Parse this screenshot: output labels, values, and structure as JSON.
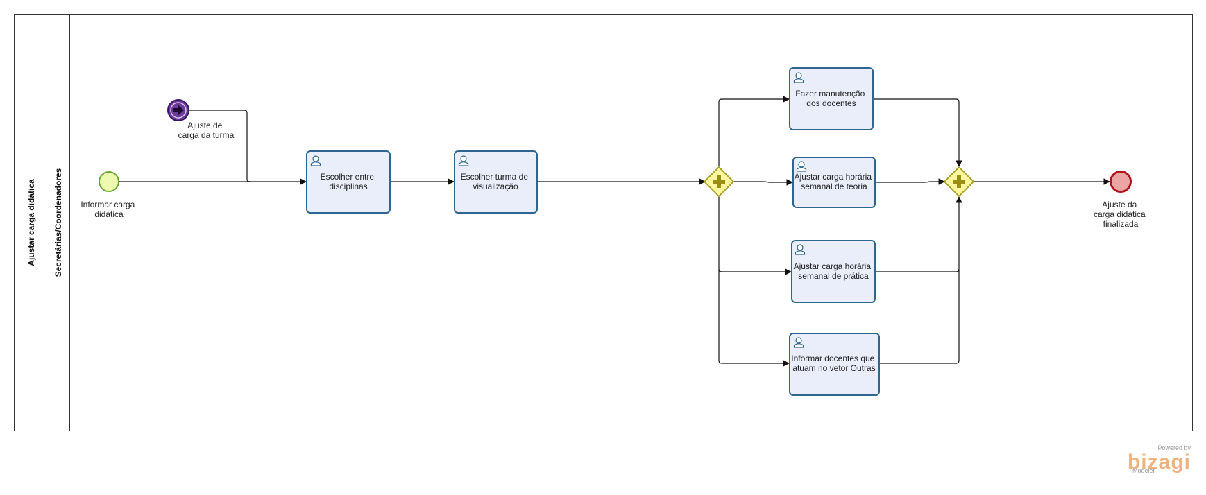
{
  "pool": {
    "label": "Ajustar carga didática"
  },
  "lane": {
    "label": "Secretárias/Coordenadores"
  },
  "events": {
    "start": {
      "label": [
        "Informar carga",
        "didática"
      ]
    },
    "intermediate": {
      "label": [
        "Ajuste de",
        "carga da turma"
      ]
    },
    "end": {
      "label": [
        "Ajuste da",
        "carga didática",
        "finalizada"
      ]
    }
  },
  "tasks": [
    {
      "id": "escolher-disciplinas",
      "label": [
        "Escolher entre",
        "disciplinas"
      ]
    },
    {
      "id": "escolher-turma",
      "label": [
        "Escolher turma de",
        "visualização"
      ]
    },
    {
      "id": "manutencao-docentes",
      "label": [
        "Fazer manutenção",
        "dos docentes"
      ]
    },
    {
      "id": "carga-teoria",
      "label": [
        "Ajustar carga horária",
        "semanal  de teoria"
      ]
    },
    {
      "id": "carga-pratica",
      "label": [
        "Ajustar carga horária",
        "semanal de prática"
      ]
    },
    {
      "id": "docentes-outras",
      "label": [
        "Informar docentes  que",
        "atuam no vetor Outras"
      ]
    }
  ],
  "gateways": [
    {
      "id": "split",
      "type": "parallel"
    },
    {
      "id": "join",
      "type": "parallel"
    }
  ],
  "branding": {
    "powered_by": "Powered by",
    "name": "bizagi",
    "product": "Modeler"
  },
  "colors": {
    "start_fill": "#eefab0",
    "start_stroke": "#6aa832",
    "end_fill": "#eca5a5",
    "end_stroke": "#b0141c",
    "intermediate_fill": "#6c3b99",
    "intermediate_stroke": "#3a1766",
    "gateway_fill": "#fff7a0",
    "gateway_stroke": "#a49a1a",
    "gateway_plus": "#9a8f12",
    "task_fill": "#eaeefa",
    "task_stroke": "#2f6690"
  }
}
